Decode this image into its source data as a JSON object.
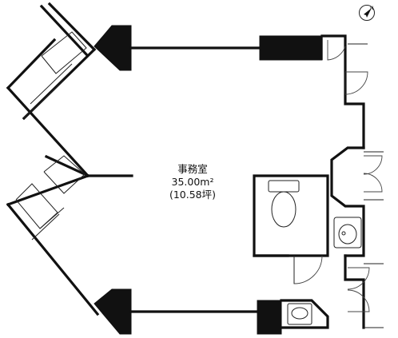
{
  "room": {
    "name": "事務室",
    "area": "35.00m²",
    "area_tsubo": "(10.58坪)"
  },
  "compass": {
    "label": "N",
    "icon": "north-arrow-icon"
  },
  "fixtures": [
    "toilet",
    "washbasin",
    "sink"
  ]
}
